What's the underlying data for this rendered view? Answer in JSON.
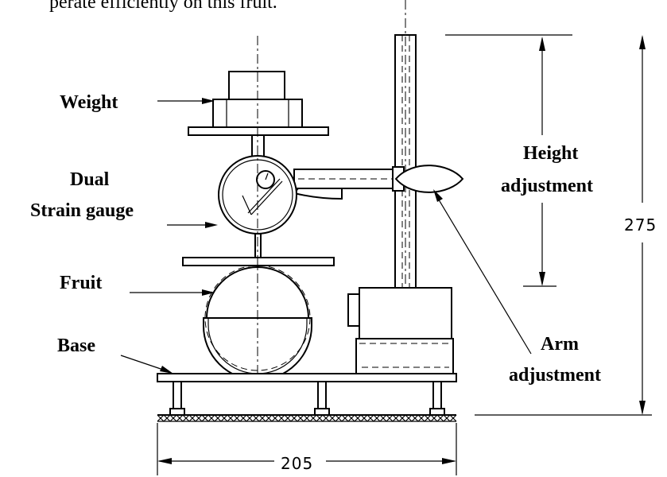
{
  "header_text": "perate efficiently on this fruit.",
  "labels": {
    "weight": "Weight",
    "dual": "Dual",
    "strain_gauge": "Strain gauge",
    "fruit": "Fruit",
    "base": "Base",
    "height": "Height",
    "height_adjustment": "adjustment",
    "arm": "Arm",
    "arm_adjustment": "adjustment"
  },
  "dimensions": {
    "height": "275",
    "width": "205"
  }
}
